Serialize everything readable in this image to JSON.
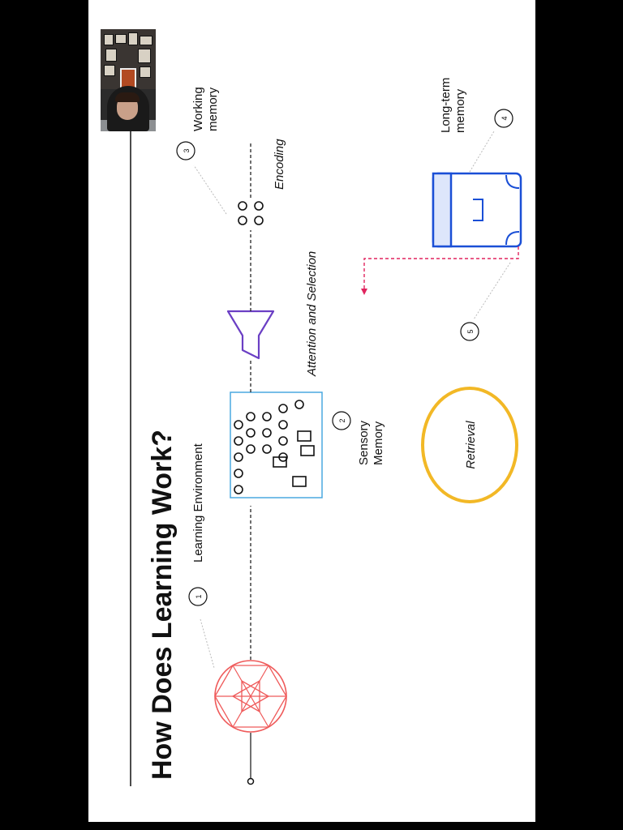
{
  "title": "How Does Learning Work?",
  "labels": {
    "learning_environment": "Learning Environment",
    "sensory_memory": [
      "Sensory",
      "Memory"
    ],
    "working_memory": [
      "Working",
      "memory"
    ],
    "long_term_memory": [
      "Long-term",
      "memory"
    ],
    "attention_selection": "Attention and Selection",
    "encoding": "Encoding",
    "retrieval": "Retrieval"
  },
  "steps": [
    "1",
    "2",
    "3",
    "4",
    "5"
  ],
  "colors": {
    "sphere": "#ef5a5a",
    "sensory_box": "#4aa8e0",
    "funnel": "#6b3fc4",
    "long_term": "#1a4fd6",
    "retrieval_arrow": "#e0245e",
    "retrieval_circle": "#f2b826",
    "ink": "#111111"
  },
  "icons": {
    "webcam": "presenter-webcam-icon",
    "sphere": "geodesic-sphere-icon",
    "funnel": "funnel-icon",
    "long_term": "storage-box-icon"
  }
}
